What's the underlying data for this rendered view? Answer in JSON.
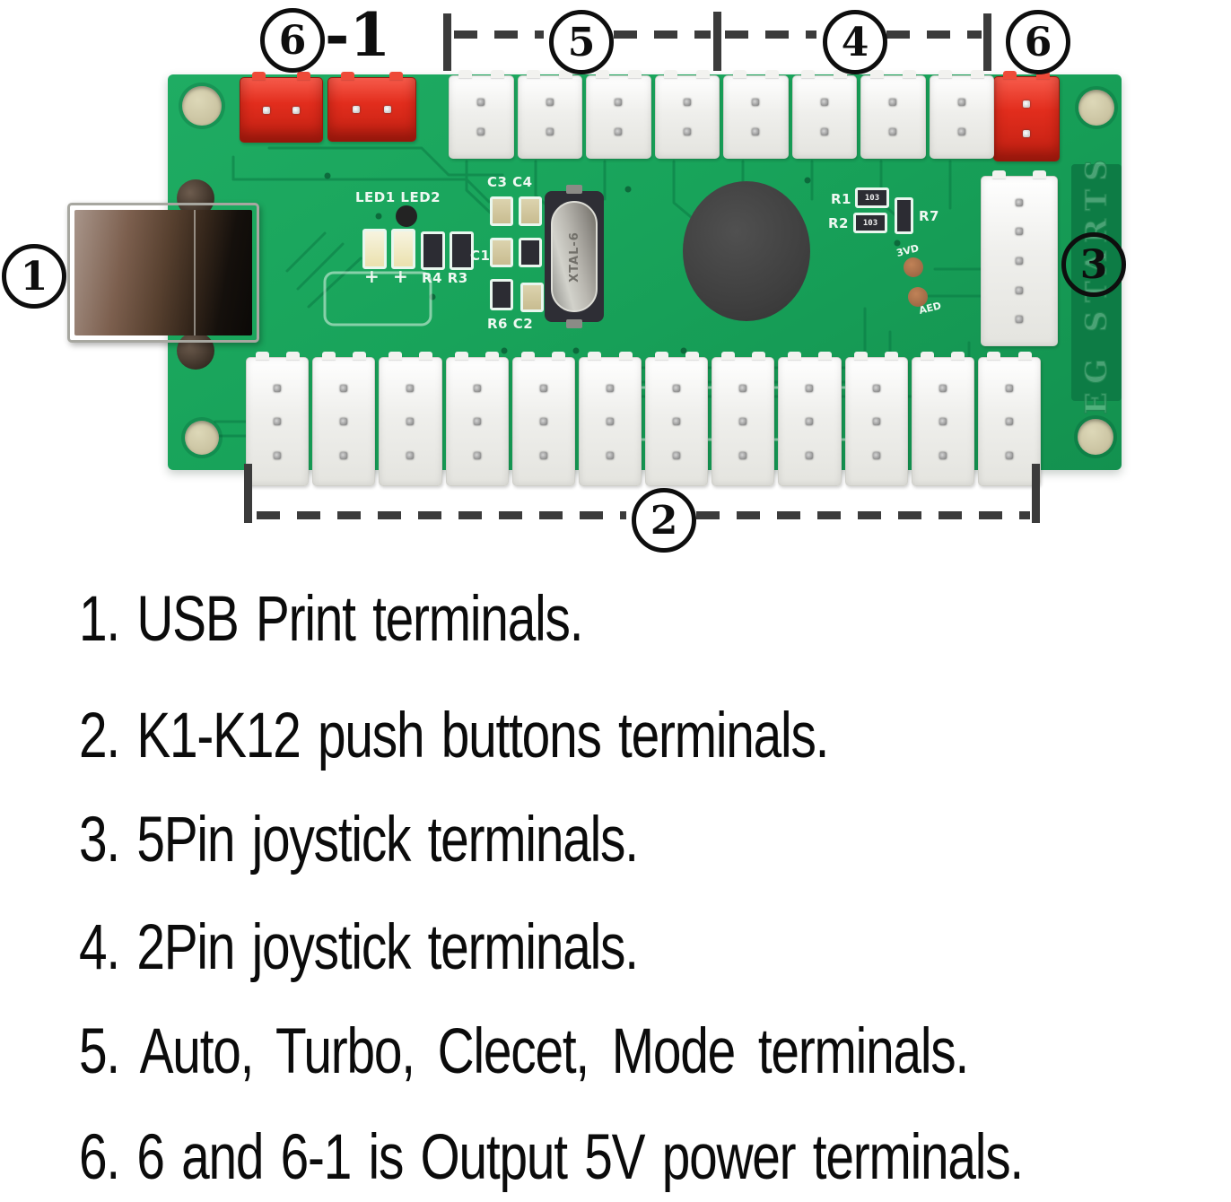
{
  "page": {
    "type": "annotated-product-diagram",
    "background": "#ffffff"
  },
  "board": {
    "silkscreen": {
      "brand": "EG STARTS",
      "led_label": "LED1 LED2",
      "polarity_mark": "+",
      "r4_r3": "R4 R3",
      "c3_c4": "C3 C4",
      "c1": "C1",
      "r6_c2": "R6 C2",
      "r1": "R1",
      "r2": "R2",
      "r7": "R7",
      "xtal": "XTAL-6",
      "chip_code_1": "103",
      "chip_code_2": "103",
      "pad_label_top": "3VD",
      "pad_label_bottom": "AED"
    },
    "connectors": {
      "output_power_left": {
        "callout": "6-1",
        "type": "2-pin red terminal",
        "count": 2
      },
      "output_power_right": {
        "callout": "6",
        "type": "2-pin red terminal",
        "count": 1
      },
      "function_terminals": {
        "callout": "5 / 4",
        "type": "2-pin white terminal",
        "count": 8
      },
      "joystick_5pin": {
        "callout": "3",
        "type": "5-pin white terminal",
        "count": 1
      },
      "push_buttons": {
        "callout": "2",
        "type": "3-pin white terminal (K1-K12)",
        "count": 12
      },
      "usb": {
        "callout": "1",
        "type": "USB-B print port",
        "count": 1
      }
    }
  },
  "callouts": {
    "c1": "1",
    "c2": "2",
    "c3": "3",
    "c4": "4",
    "c5": "5",
    "c6": "6",
    "c6_1": "6",
    "c6_1_suffix": "-1"
  },
  "legend": {
    "items": [
      "1. USB Print terminals.",
      "2. K1-K12 push buttons terminals.",
      "3. 5Pin joystick terminals.",
      "4. 2Pin joystick terminals.",
      "5. Auto, Turbo, Clecet, Mode terminals.",
      "6. 6 and 6-1 is Output 5V power terminals."
    ]
  },
  "colors": {
    "pcb_green": "#17a05a",
    "pcb_green_dark": "#0d7c45",
    "connector_red": "#e02a1c",
    "connector_white": "#f2f2f0",
    "dash_gray": "#3b3b3b",
    "blob_black": "#3f3f3f",
    "copper_pad": "#a9714f"
  }
}
